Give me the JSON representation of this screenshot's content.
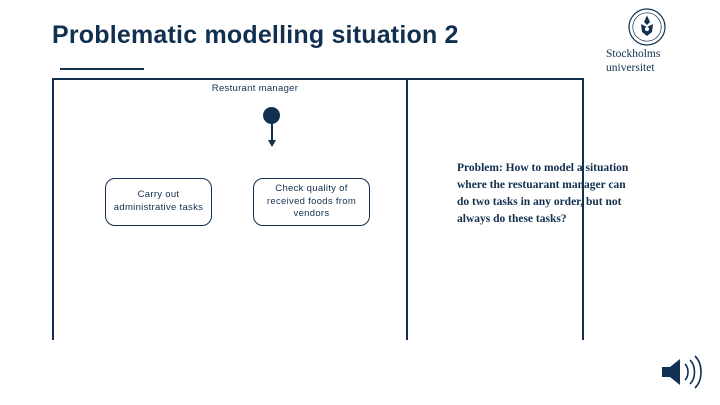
{
  "slide": {
    "title": "Problematic modelling situation 2",
    "accent_color": "#11304f",
    "background_color": "#ffffff"
  },
  "logo": {
    "name": "stockholms-universitet-logo",
    "line1": "Stockholms",
    "line2": "universitet"
  },
  "diagram": {
    "type": "uml-activity-diagram",
    "swimlane_label": "Resturant manager",
    "initial_node": "filled-circle-start-node",
    "actions": [
      {
        "label": "Carry out administrative tasks"
      },
      {
        "label": "Check quality of received foods from vendors"
      }
    ]
  },
  "problem": {
    "text": "Problem: How to model a situation where the restuarant manager can do two tasks in any order, but not always do these tasks?"
  },
  "media": {
    "speaker_icon": "speaker-audio-icon"
  }
}
